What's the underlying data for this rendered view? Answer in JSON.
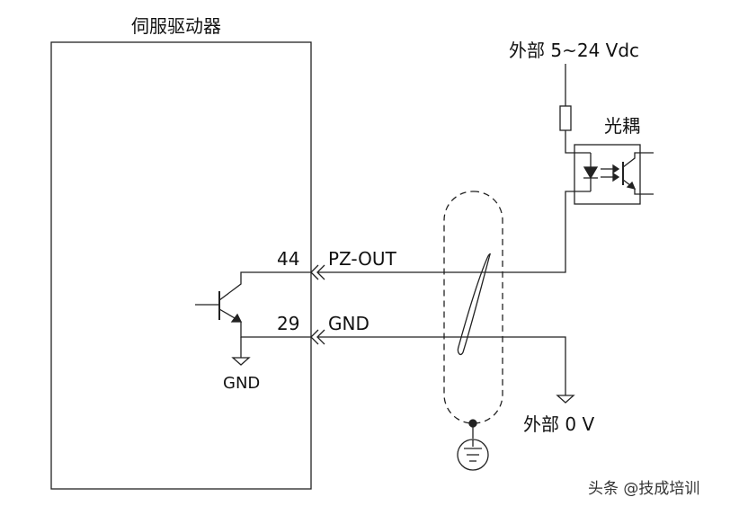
{
  "labels": {
    "servo_title": "伺服驱动器",
    "ext_supply": "外部 5~24 Vdc",
    "optocoupler": "光耦",
    "pin_44": "44",
    "sig_pz_out": "PZ-OUT",
    "pin_29": "29",
    "sig_gnd": "GND",
    "gnd_internal": "GND",
    "ext_zero": "外部 0 V",
    "watermark": "头条 @技成培训"
  }
}
